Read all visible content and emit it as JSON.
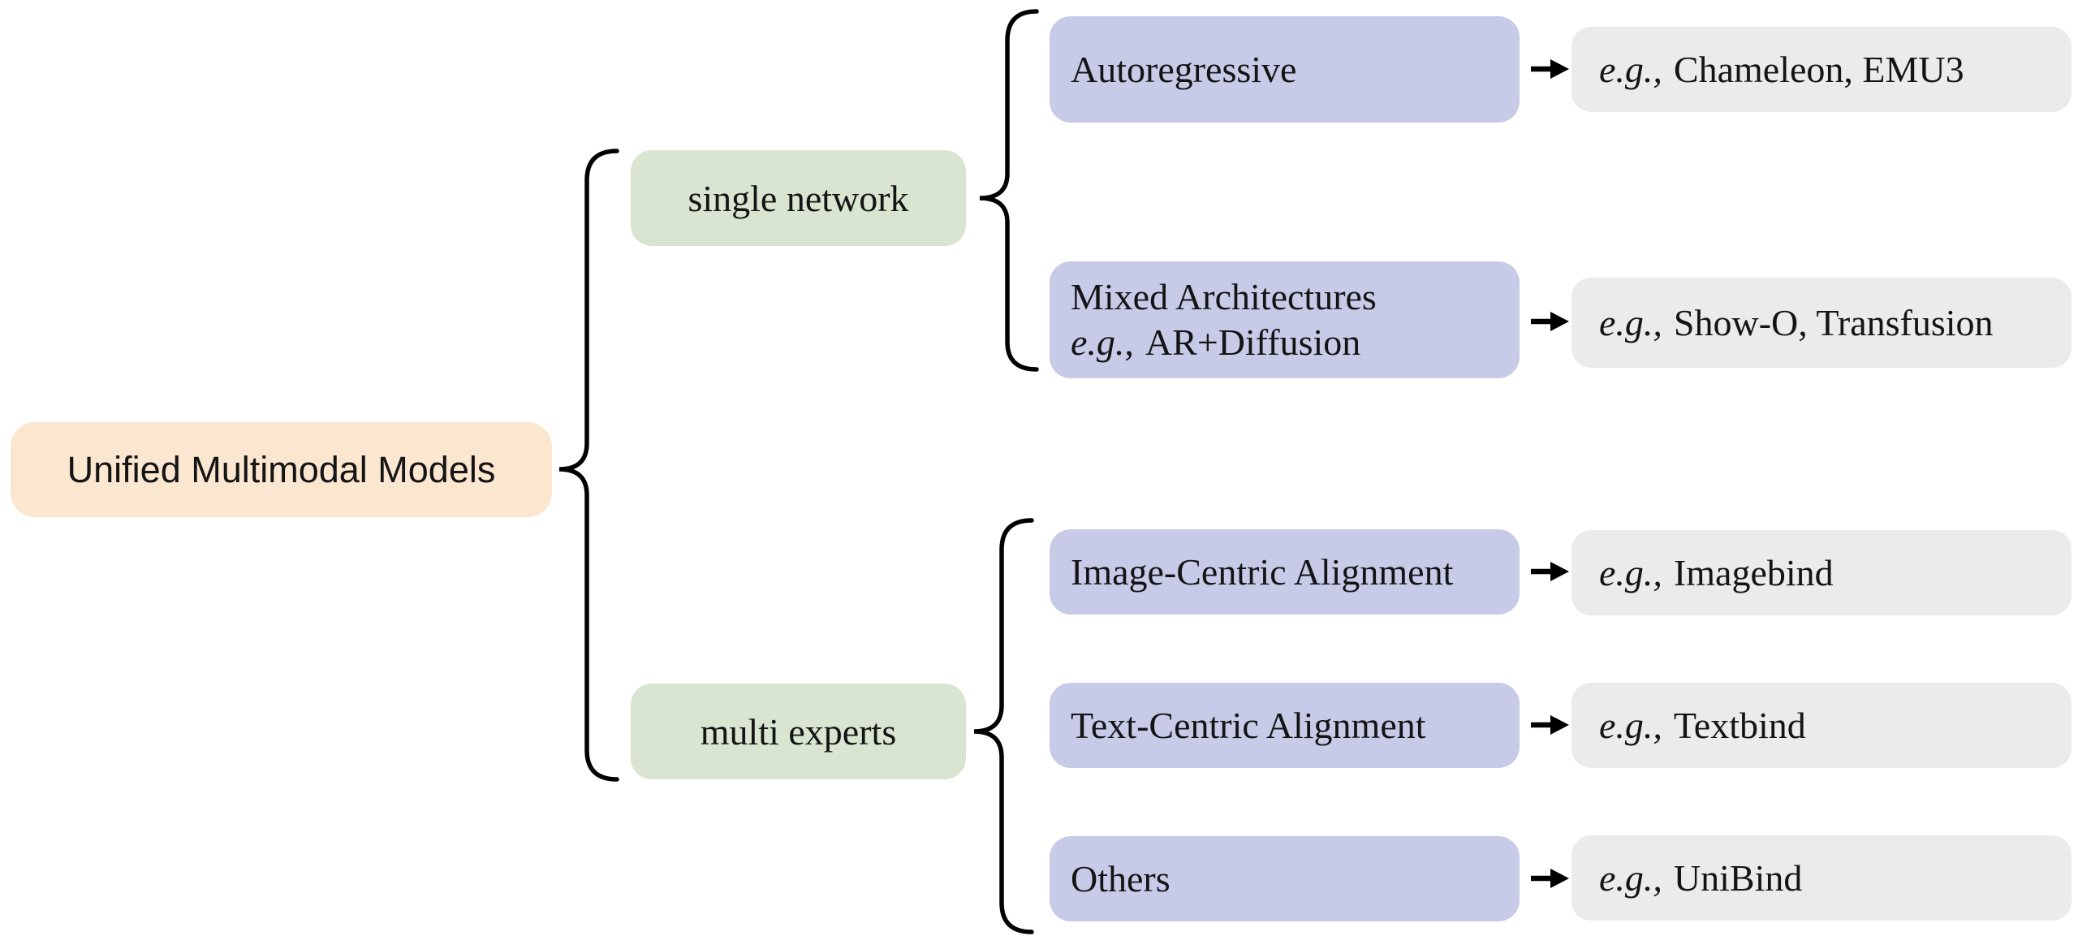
{
  "figure": {
    "root": {
      "label": "Unified Multimodal Models"
    },
    "branches": [
      {
        "label": "single network",
        "children": [
          {
            "title": "Autoregressive",
            "eg": "e.g.,",
            "examples": "Chameleon, EMU3"
          },
          {
            "title": "Mixed Architectures",
            "subtitle_eg": "e.g.,",
            "subtitle": "AR+Diffusion",
            "eg": "e.g.,",
            "examples": "Show-O, Transfusion"
          }
        ]
      },
      {
        "label": "multi experts",
        "children": [
          {
            "title": "Image-Centric Alignment",
            "eg": "e.g.,",
            "examples": "Imagebind"
          },
          {
            "title": "Text-Centric Alignment",
            "eg": "e.g.,",
            "examples": "Textbind"
          },
          {
            "title": "Others",
            "eg": "e.g.,",
            "examples": "UniBind"
          }
        ]
      }
    ],
    "colors": {
      "root_bg": "#fbe6d0",
      "branch_bg": "#d9e5d1",
      "node_bg": "#c7cbe8",
      "example_bg": "#ebebeb",
      "line": "#000000"
    }
  }
}
